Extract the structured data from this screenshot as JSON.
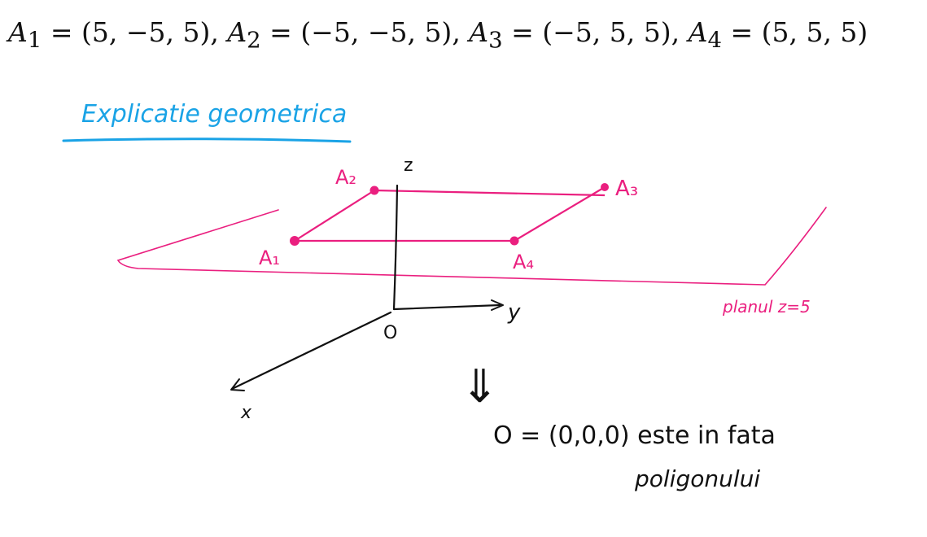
{
  "header": {
    "points": [
      {
        "name": "A",
        "index": "1",
        "coords": "(5, −5, 5)"
      },
      {
        "name": "A",
        "index": "2",
        "coords": "(−5, −5, 5)"
      },
      {
        "name": "A",
        "index": "3",
        "coords": "(−5, 5, 5)"
      },
      {
        "name": "A",
        "index": "4",
        "coords": "(5, 5, 5)"
      }
    ],
    "separator": ", ",
    "equals": " = "
  },
  "notes": {
    "heading": "Explicatie geometrica",
    "plane_label": "planul z=5",
    "conclusion_line1": "O = (0,0,0) este in fata",
    "conclusion_line2": "poligonului",
    "implies_symbol": "⇓"
  },
  "axes": {
    "x": "x",
    "y": "y",
    "z": "z",
    "origin": "O"
  },
  "vertices": {
    "a1": "A₁",
    "a2": "A₂",
    "a3": "A₃",
    "a4": "A₄"
  },
  "colors": {
    "ink": "#111111",
    "accent_pink": "#ea1f7f",
    "accent_blue": "#1aa3e6"
  }
}
